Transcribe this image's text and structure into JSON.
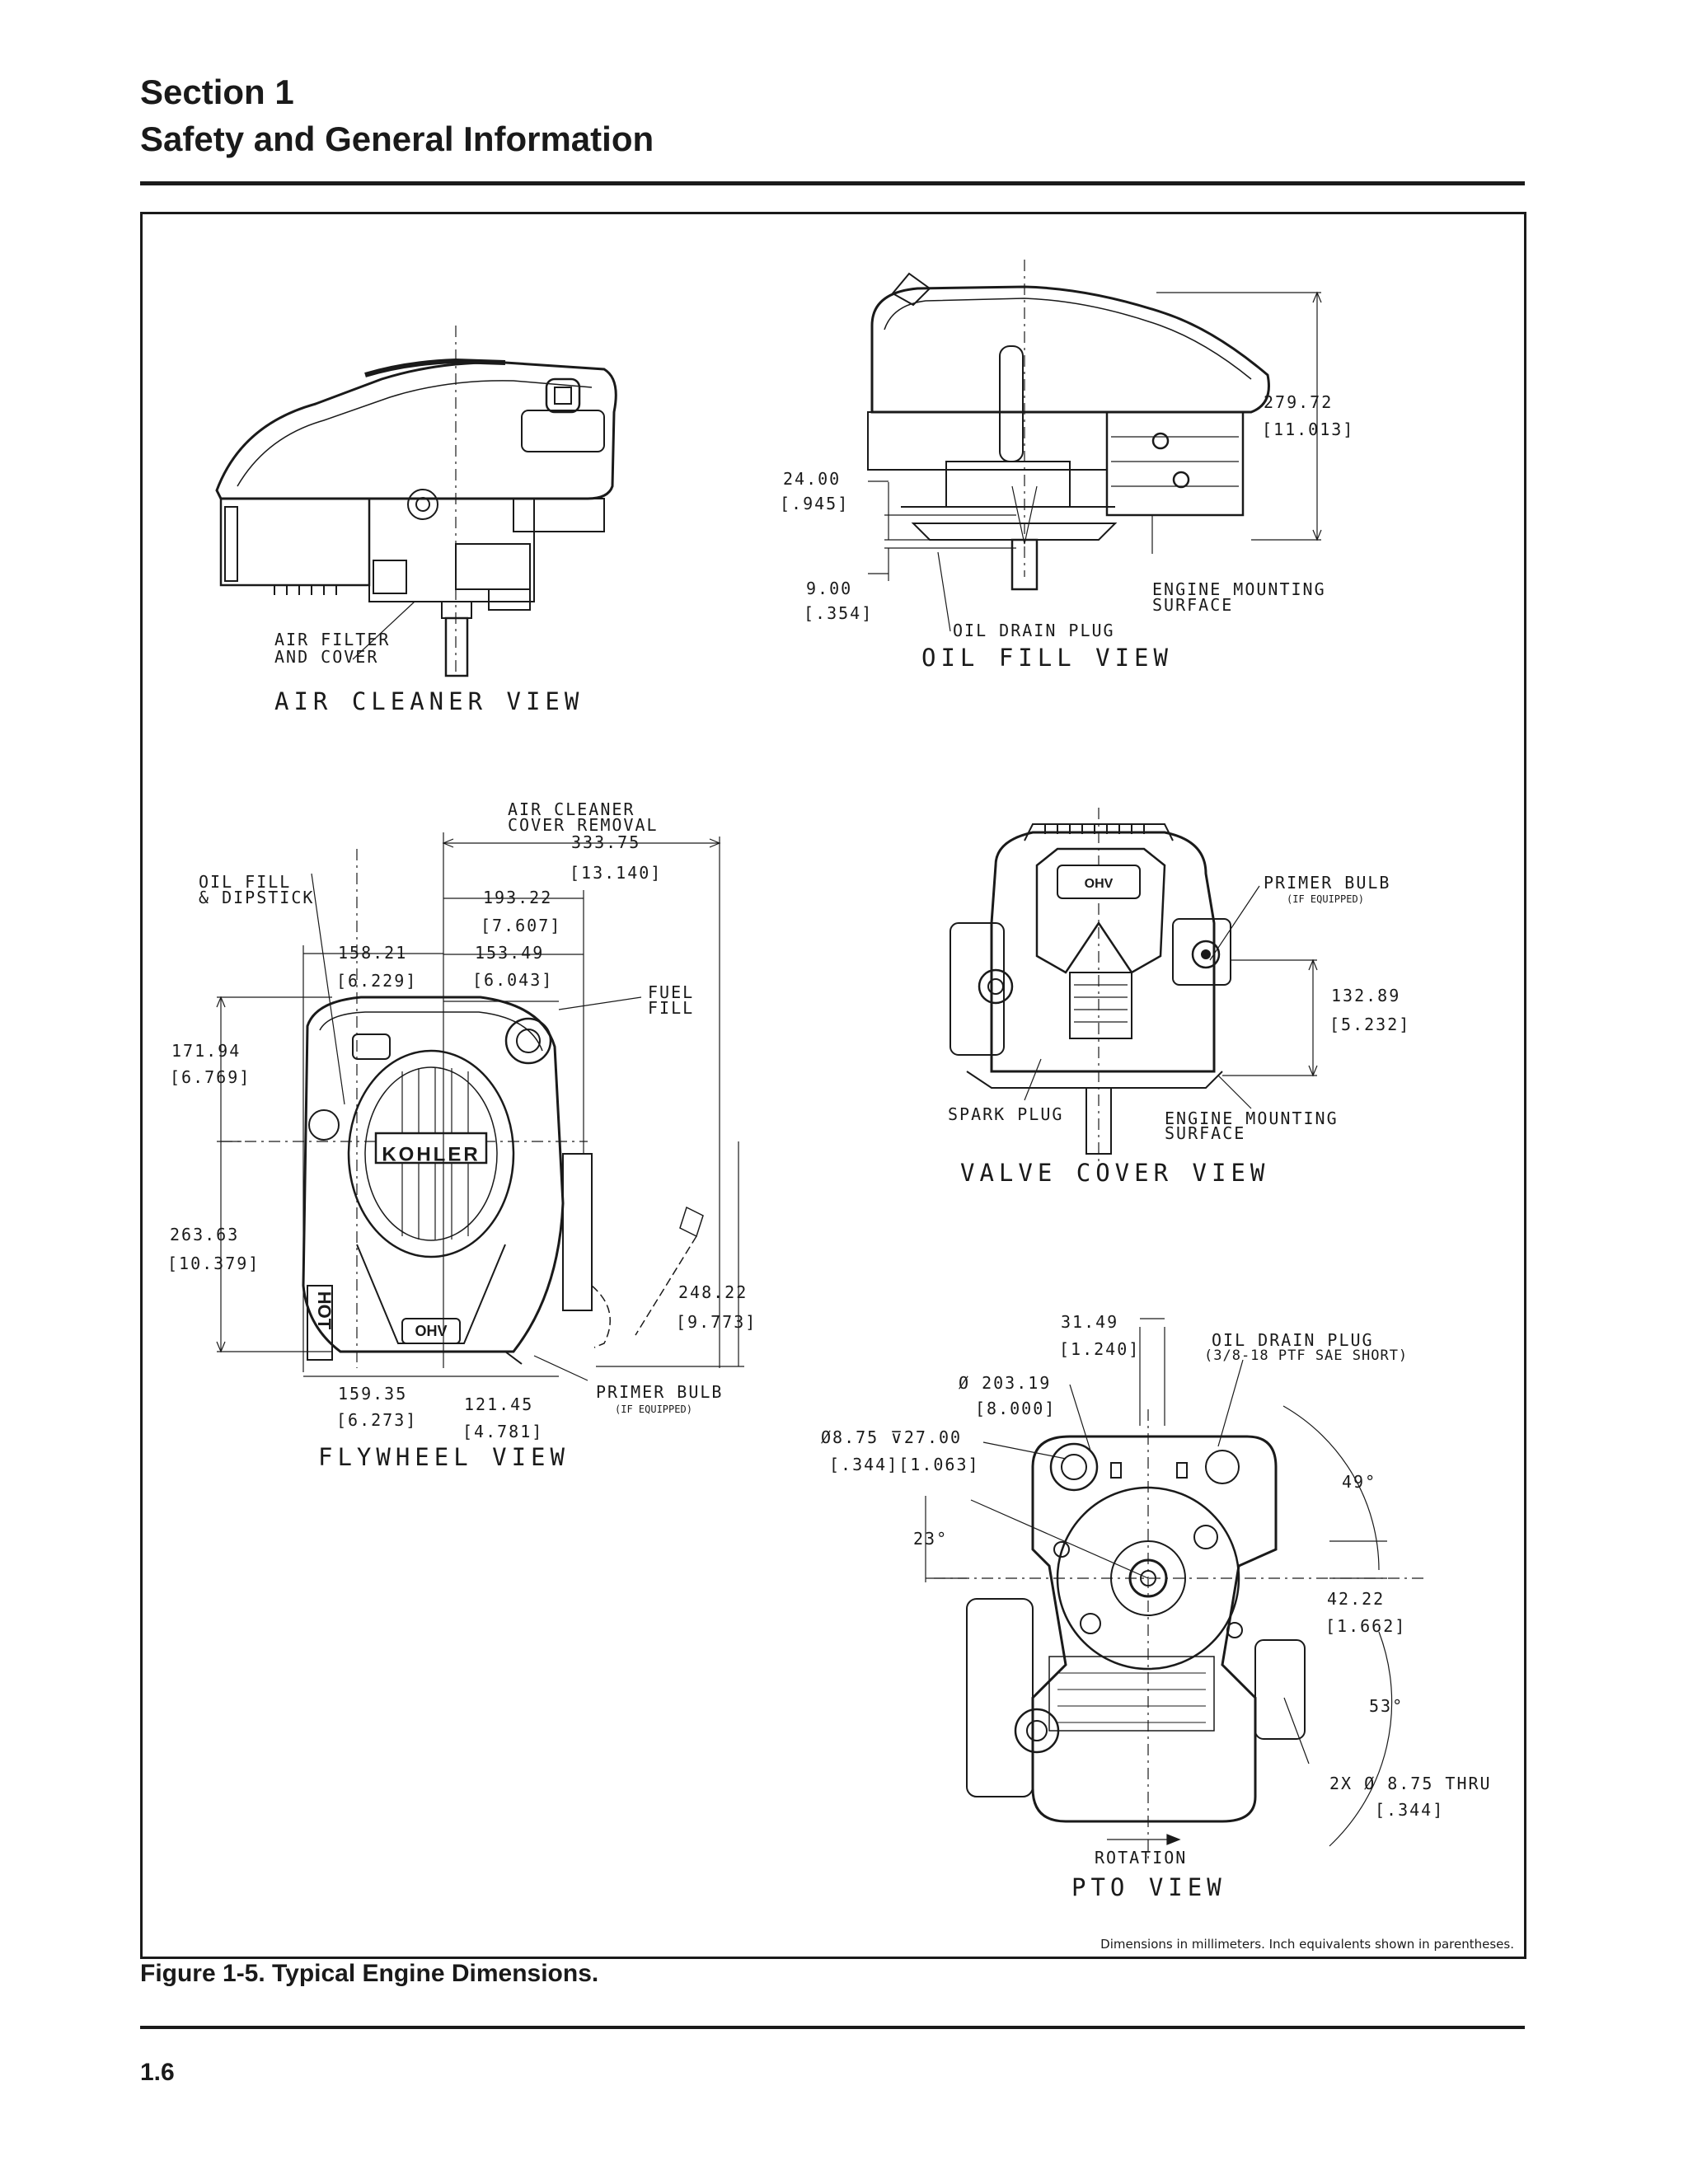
{
  "header": {
    "section": "Section 1",
    "title": "Safety and General Information"
  },
  "figure": {
    "caption": "Figure 1-5. Typical Engine Dimensions.",
    "note": "Dimensions in millimeters. Inch equivalents shown in parentheses."
  },
  "views": {
    "air_cleaner": {
      "title": "AIR CLEANER VIEW",
      "label_air_filter_1": "AIR FILTER",
      "label_air_filter_2": "AND COVER"
    },
    "oil_fill": {
      "title": "OIL FILL VIEW",
      "dim_height_mm": "279.72",
      "dim_height_in": "[11.013]",
      "dim_a_mm": "24.00",
      "dim_a_in": "[.945]",
      "dim_b_mm": "9.00",
      "dim_b_in": "[.354]",
      "label_mount_1": "ENGINE MOUNTING",
      "label_mount_2": "SURFACE",
      "label_drain": "OIL DRAIN PLUG"
    },
    "flywheel": {
      "title": "FLYWHEEL VIEW",
      "label_cover_1": "AIR CLEANER",
      "label_cover_2": "COVER REMOVAL",
      "dim_333_mm": "333.75",
      "dim_333_in": "[13.140]",
      "label_oil_1": "OIL FILL",
      "label_oil_2": "& DIPSTICK",
      "dim_193_mm": "193.22",
      "dim_193_in": "[7.607]",
      "dim_158_mm": "158.21",
      "dim_158_in": "[6.229]",
      "dim_153_mm": "153.49",
      "dim_153_in": "[6.043]",
      "label_fuel_1": "FUEL",
      "label_fuel_2": "FILL",
      "dim_171_mm": "171.94",
      "dim_171_in": "[6.769]",
      "dim_263_mm": "263.63",
      "dim_263_in": "[10.379]",
      "dim_248_mm": "248.22",
      "dim_248_in": "[9.773]",
      "dim_159_mm": "159.35",
      "dim_159_in": "[6.273]",
      "dim_121_mm": "121.45",
      "dim_121_in": "[4.781]",
      "label_primer": "PRIMER BULB",
      "label_primer_sub": "(IF EQUIPPED)",
      "brand": "KOHLER",
      "badge": "OHV",
      "hot": "HOT"
    },
    "valve_cover": {
      "title": "VALVE COVER VIEW",
      "label_primer": "PRIMER BULB",
      "label_primer_sub": "(IF EQUIPPED)",
      "dim_132_mm": "132.89",
      "dim_132_in": "[5.232]",
      "label_spark": "SPARK PLUG",
      "label_mount_1": "ENGINE MOUNTING",
      "label_mount_2": "SURFACE",
      "badge": "OHV"
    },
    "pto": {
      "title": "PTO VIEW",
      "dim_31_mm": "31.49",
      "dim_31_in": "[1.240]",
      "label_drain_1": "OIL DRAIN PLUG",
      "label_drain_2": "(3/8-18 PTF SAE SHORT)",
      "dim_203_mm": "Ø 203.19",
      "dim_203_in": "[8.000]",
      "dim_875_mm": "Ø8.75 ⊽27.00",
      "dim_875_in": "[.344][1.063]",
      "angle_23": "23°",
      "angle_49": "49°",
      "dim_42_mm": "42.22",
      "dim_42_in": "[1.662]",
      "angle_53": "53°",
      "dim_thru_mm": "2X Ø 8.75 THRU",
      "dim_thru_in": "[.344]",
      "label_rotation": "ROTATION"
    }
  },
  "page_number": "1.6"
}
